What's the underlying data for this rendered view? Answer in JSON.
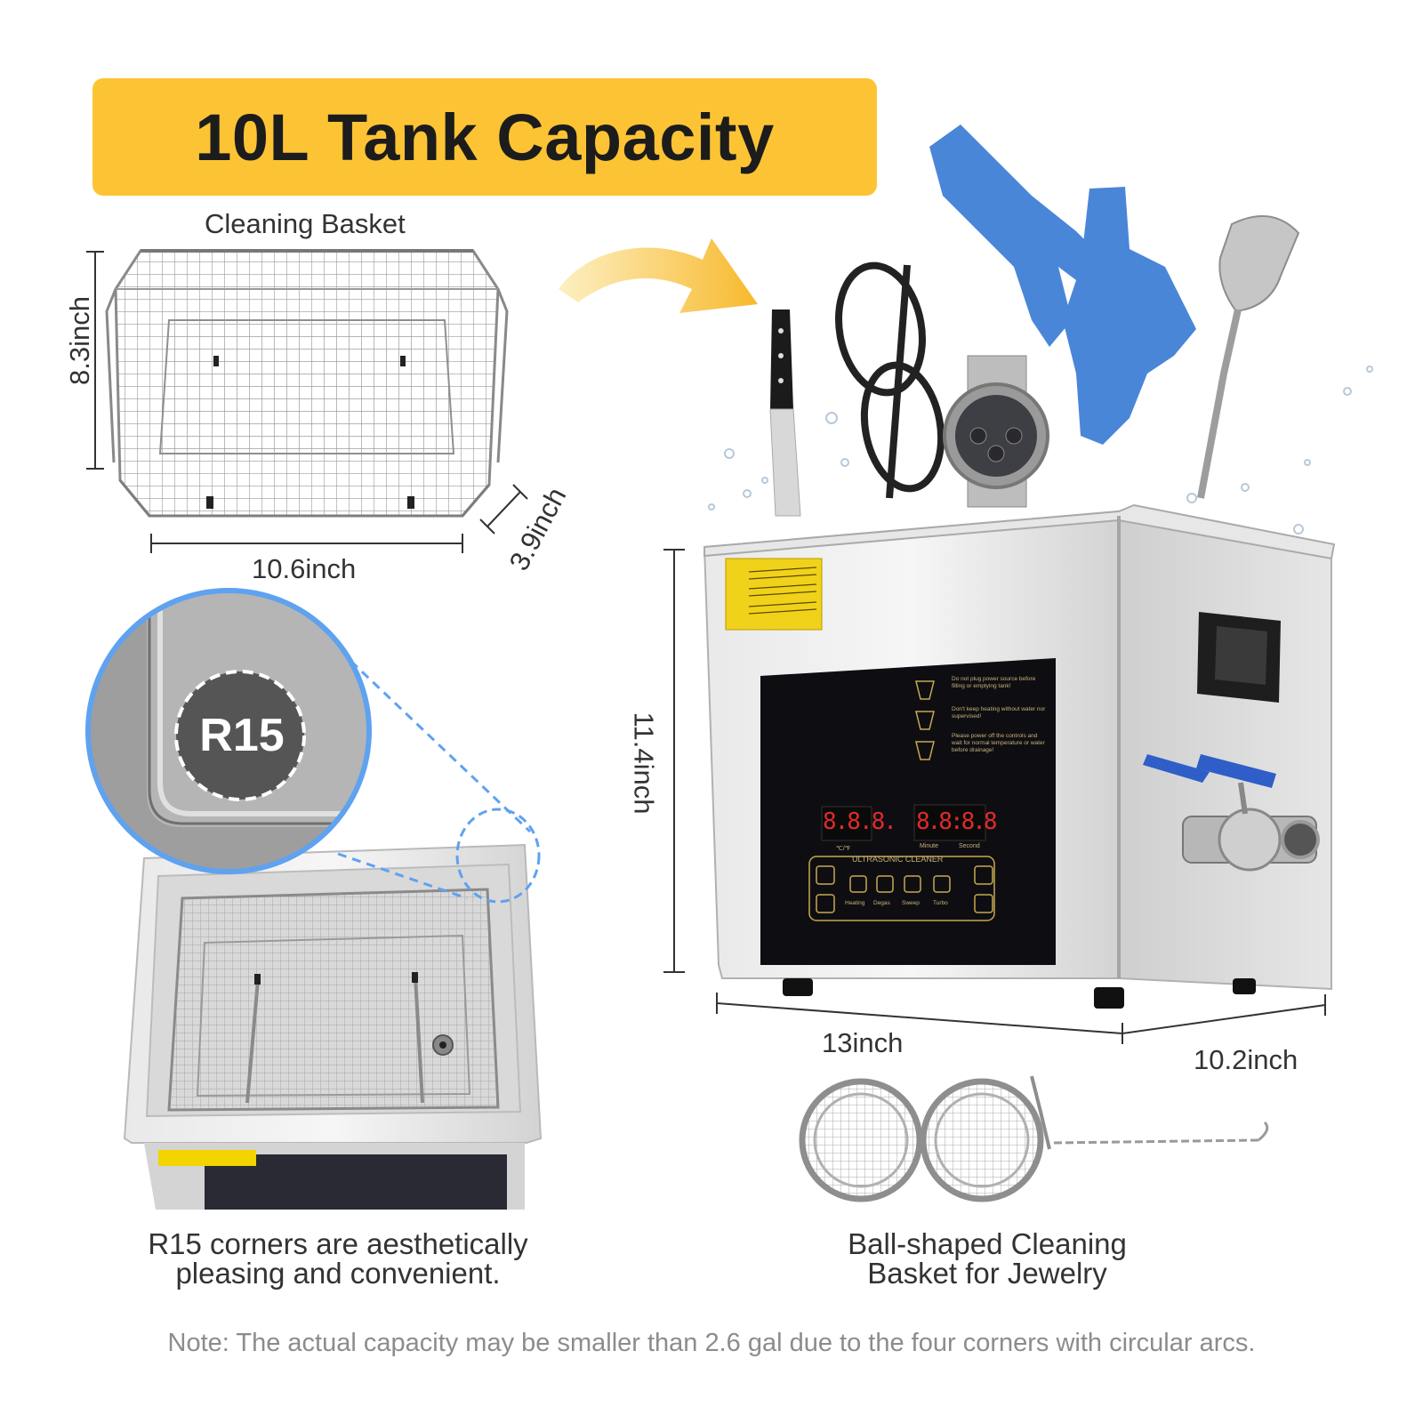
{
  "banner": {
    "title": "10L Tank Capacity"
  },
  "basket": {
    "title": "Cleaning Basket",
    "height": "8.3inch",
    "width": "10.6inch",
    "depth": "3.9inch"
  },
  "corner": {
    "badge": "R15",
    "caption_line1": "R15 corners are aesthetically",
    "caption_line2": "pleasing and convenient."
  },
  "cleaner": {
    "height": "11.4inch",
    "width": "13inch",
    "depth": "10.2inch",
    "panel_title": "ULTRASONIC CLEANER",
    "display_left": "8.8.8.",
    "display_right": "8.8:8.8",
    "unit_left": "℃/℉",
    "unit_minute": "Minute",
    "unit_second": "Second",
    "buttons": [
      "Heating",
      "Degas",
      "Sweep",
      "Turbo"
    ],
    "warnings": [
      "Do not plug power source before filling or emptying tank!",
      "Don't keep heating without water nor supervised!",
      "Please power off the controls and wait for normal temperature or water before drainage!"
    ]
  },
  "ball_basket": {
    "caption_line1": "Ball-shaped Cleaning",
    "caption_line2": "Basket for Jewelry"
  },
  "note": "Note: The actual capacity may be smaller than 2.6 gal due to the four corners with circular arcs.",
  "colors": {
    "banner": "#fcc434",
    "glove": "#4a86d8",
    "highlight_circle": "#5ea2f0",
    "arrow": "#f7b92c"
  }
}
